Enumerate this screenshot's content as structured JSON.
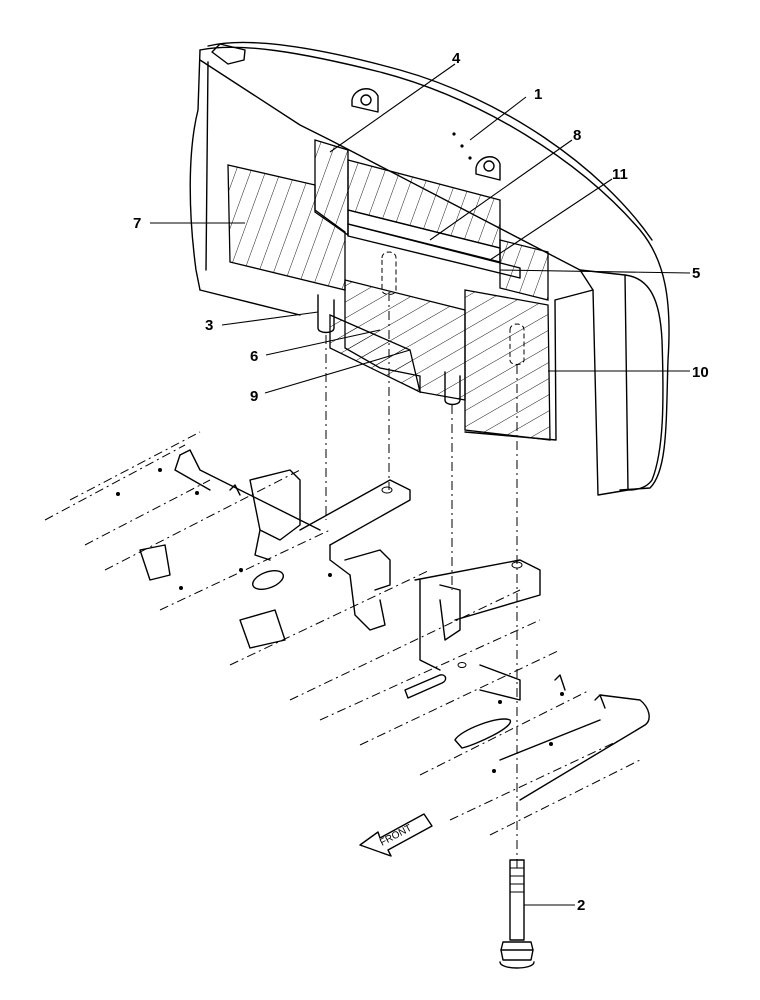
{
  "callouts": [
    {
      "label": "1"
    },
    {
      "label": "2"
    },
    {
      "label": "3"
    },
    {
      "label": "4"
    },
    {
      "label": "5"
    },
    {
      "label": "6"
    },
    {
      "label": "7"
    },
    {
      "label": "8"
    },
    {
      "label": "9"
    },
    {
      "label": "10"
    },
    {
      "label": "11"
    }
  ],
  "front_arrow": {
    "label": "FRONT",
    "icon": "front-direction-arrow-icon"
  },
  "icons": [
    "counterweight",
    "mounting-bolt",
    "upper-frame",
    "pins",
    "blocks"
  ]
}
